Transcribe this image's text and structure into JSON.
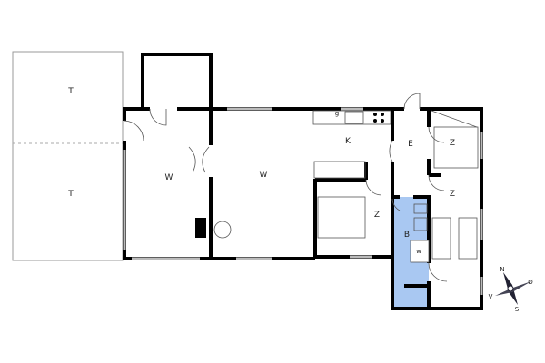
{
  "rooms": {
    "terrace_top": "T",
    "terrace_bottom": "T",
    "living_left": "W",
    "living_main": "W",
    "kitchen": "K",
    "entrance": "E",
    "bedroom_ne": "Z",
    "bedroom_e": "Z",
    "bedroom_mid": "Z",
    "bathroom": "B",
    "washer": "w",
    "kitchen_appliance": "g"
  },
  "compass": {
    "n": "N",
    "e": "Ø",
    "s": "S",
    "w": "V"
  },
  "colors": {
    "wall": "#000000",
    "bathroom": "#a9c8f2",
    "window": "#bbbbbb",
    "terrace": "#999999"
  }
}
